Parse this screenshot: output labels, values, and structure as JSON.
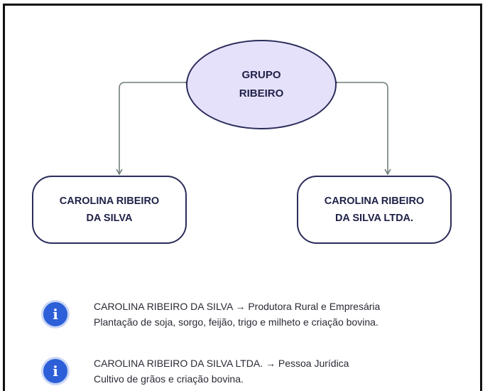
{
  "diagram": {
    "root": {
      "line1": "GRUPO",
      "line2": "RIBEIRO"
    },
    "children": [
      {
        "line1": "CAROLINA RIBEIRO",
        "line2": "DA SILVA"
      },
      {
        "line1": "CAROLINA RIBEIRO",
        "line2": "DA SILVA LTDA."
      }
    ]
  },
  "notes": [
    {
      "icon": "info-icon",
      "line1": "CAROLINA RIBEIRO DA SILVA → Produtora Rural e Empresária",
      "line2": "Plantação de soja, sorgo, feijão, trigo e milheto e criação bovina."
    },
    {
      "icon": "info-icon",
      "line1": "CAROLINA RIBEIRO DA SILVA LTDA. → Pessoa Jurídica",
      "line2": "Cultivo de grãos e criação bovina."
    }
  ],
  "colors": {
    "root_fill": "#e6e1fb",
    "node_border": "#2b2c5a",
    "connector": "#6f7f78",
    "info_icon": "#2c5fd8"
  }
}
